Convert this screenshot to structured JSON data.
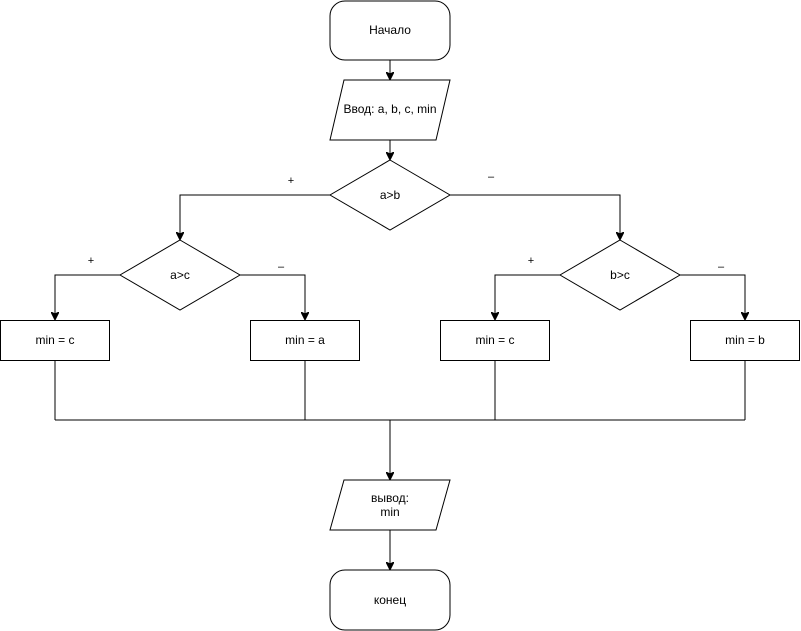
{
  "nodes": {
    "start": "Начало",
    "input": "Ввод: a, b, c, min",
    "cond_ab": "a>b",
    "cond_ac": "a>c",
    "cond_bc": "b>c",
    "assign_min_c_left": "min = c",
    "assign_min_a": "min = a",
    "assign_min_c_right": "min = c",
    "assign_min_b": "min = b",
    "output_line1": "вывод:",
    "output_line2": "min",
    "end": "конец"
  },
  "branch_labels": {
    "ab_yes": "+",
    "ab_no": "–",
    "ac_yes": "+",
    "ac_no": "–",
    "bc_yes": "+",
    "bc_no": "–"
  }
}
